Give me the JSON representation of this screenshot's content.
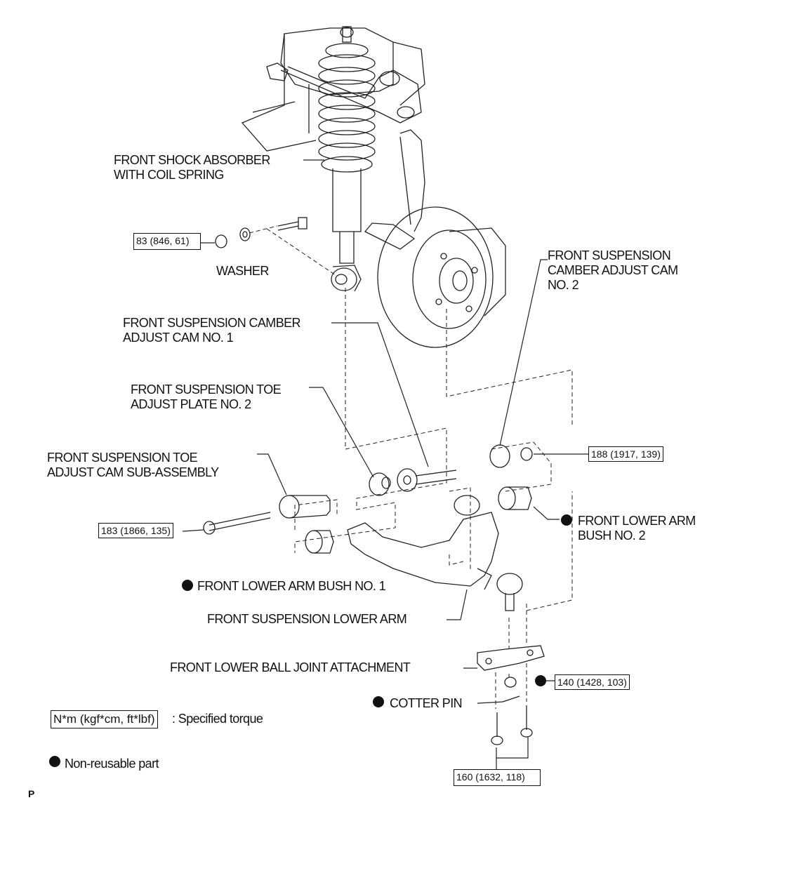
{
  "labels": {
    "shock_absorber": "FRONT SHOCK ABSORBER\nWITH COIL SPRING",
    "washer": "WASHER",
    "camber_cam_no2": "FRONT SUSPENSION\nCAMBER ADJUST CAM\nNO. 2",
    "camber_cam_no1": "FRONT SUSPENSION CAMBER\nADJUST CAM NO. 1",
    "toe_plate_no2": "FRONT SUSPENSION TOE\nADJUST PLATE NO. 2",
    "toe_cam_sub": "FRONT SUSPENSION TOE\nADJUST CAM SUB-ASSEMBLY",
    "lower_arm_bush_no2": "FRONT LOWER ARM\nBUSH NO. 2",
    "lower_arm_bush_no1": "FRONT LOWER ARM BUSH NO. 1",
    "lower_arm": "FRONT SUSPENSION LOWER ARM",
    "ball_joint_attachment": "FRONT LOWER BALL JOINT ATTACHMENT",
    "cotter_pin": "COTTER PIN",
    "page_marker": "P"
  },
  "torques": {
    "t83": "83 (846, 61)",
    "t188": "188 (1917, 139)",
    "t183": "183 (1866, 135)",
    "t140": "140 (1428, 103)",
    "t160": "160 (1632, 118)"
  },
  "legend": {
    "torque_box": "N*m (kgf*cm, ft*lbf)",
    "torque_desc": ": Specified torque",
    "nonreusable": "Non-reusable part"
  }
}
